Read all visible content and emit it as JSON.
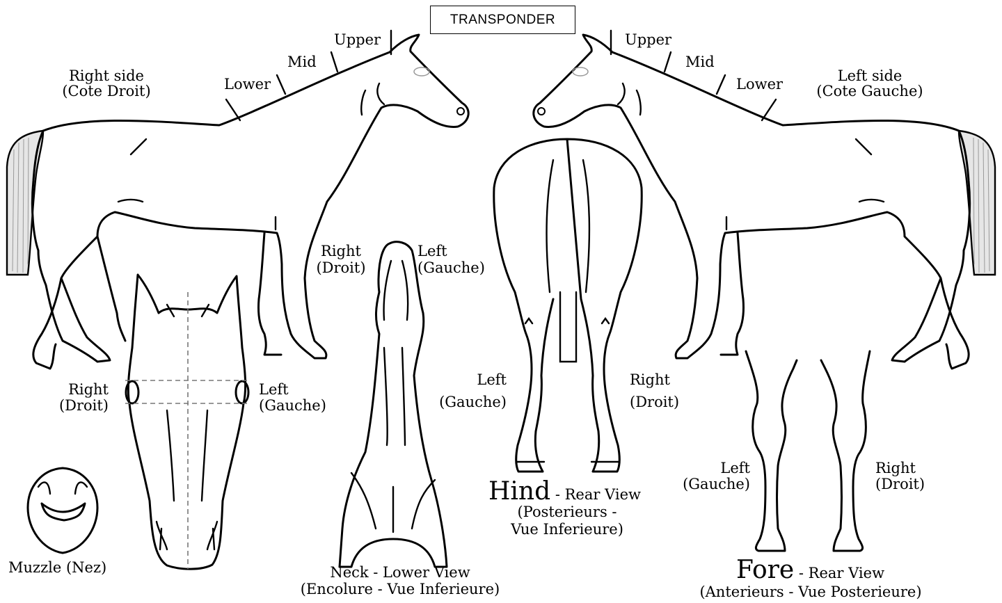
{
  "transponder_button": "TRANSPONDER",
  "labels": {
    "right_upper": "Upper",
    "right_mid": "Mid",
    "right_lower": "Lower",
    "right_side": "Right side",
    "right_side_fr": "(Cote Droit)",
    "left_upper": "Upper",
    "left_mid": "Mid",
    "left_lower": "Lower",
    "left_side": "Left side",
    "left_side_fr": "(Cote Gauche)",
    "neck_right": "Right",
    "neck_right_fr": "(Droit)",
    "neck_left": "Left",
    "neck_left_fr": "(Gauche)",
    "head_right": "Right",
    "head_right_fr": "(Droit)",
    "head_left": "Left",
    "head_left_fr": "(Gauche)",
    "muzzle": "Muzzle (Nez)",
    "neck_view": "Neck - Lower View",
    "neck_view_fr": "(Encolure - Vue Inferieure)",
    "hind_left": "Left",
    "hind_left_fr": "(Gauche)",
    "hind_right": "Right",
    "hind_right_fr": "(Droit)",
    "hind_word": "Hind",
    "hind_rest": " - Rear View",
    "hind_fr1": "(Posterieurs -",
    "hind_fr2": "Vue Inferieure)",
    "fore_left": "Left",
    "fore_left_fr": "(Gauche)",
    "fore_right": "Right",
    "fore_right_fr": "(Droit)",
    "fore_word": "Fore",
    "fore_rest": " - Rear View",
    "fore_fr": "(Anterieurs - Vue Posterieure)"
  }
}
